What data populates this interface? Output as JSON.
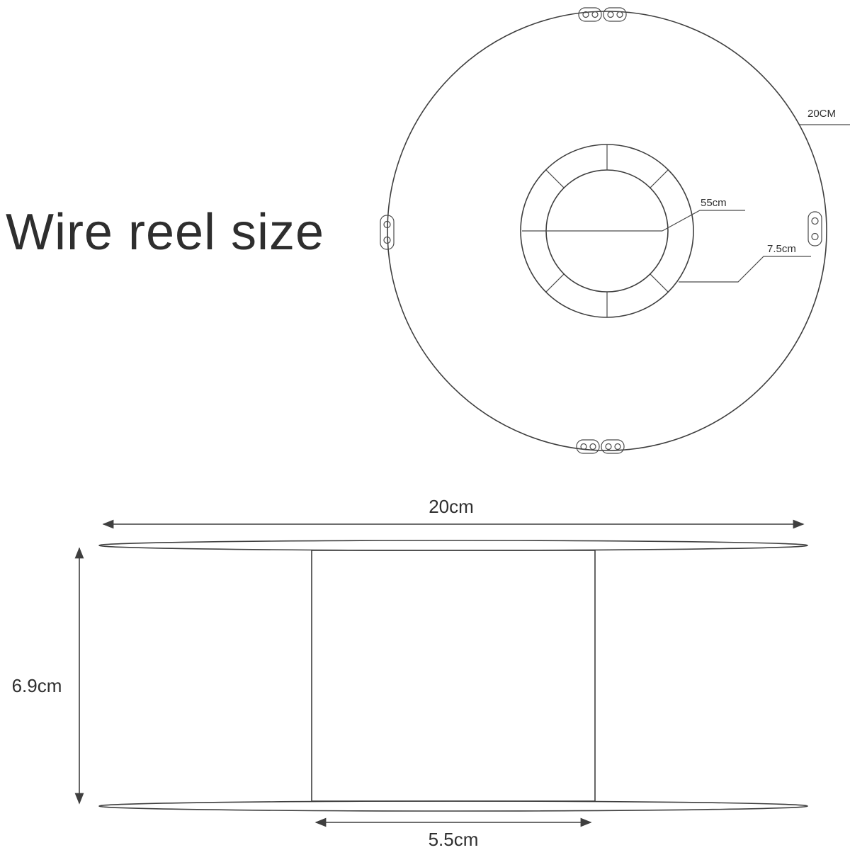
{
  "title": "Wire reel size",
  "top_view": {
    "outer_diameter_label": "20CM",
    "hub_bore_label": "55cm",
    "hub_outer_label": "7.5cm"
  },
  "side_view": {
    "width_label": "20cm",
    "height_label": "6.9cm",
    "hub_width_label": "5.5cm"
  },
  "colors": {
    "line": "#3f3f3f",
    "text": "#2f2f2f",
    "background": "#ffffff"
  }
}
